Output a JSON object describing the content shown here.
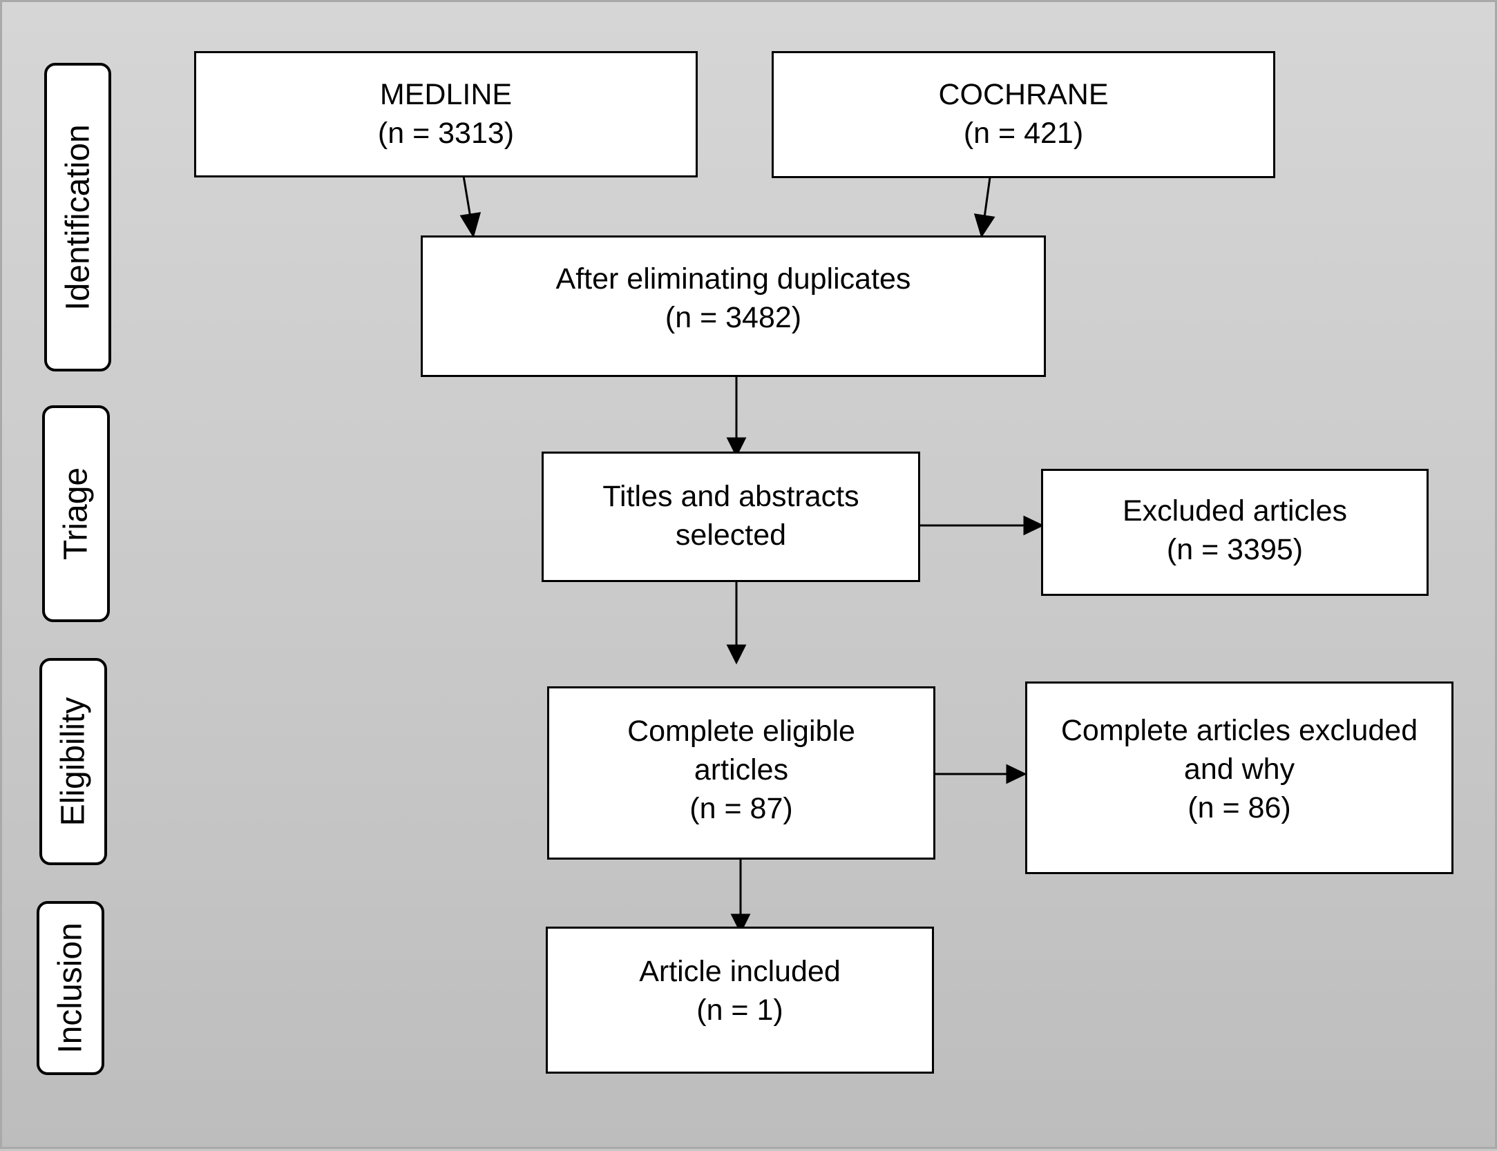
{
  "phases": {
    "identification": "Identification",
    "triage": "Triage",
    "eligibility": "Eligibility",
    "inclusion": "Inclusion"
  },
  "boxes": {
    "medline": {
      "line1": "MEDLINE",
      "line2": "(n = 3313)"
    },
    "cochrane": {
      "line1": "COCHRANE",
      "line2": "(n = 421)"
    },
    "duplicates": {
      "line1": "After eliminating duplicates",
      "line2": "(n = 3482)"
    },
    "titles": {
      "line1": "Titles and abstracts",
      "line2": "selected"
    },
    "excluded": {
      "line1": "Excluded articles",
      "line2": "(n = 3395)"
    },
    "eligible": {
      "line1": "Complete eligible",
      "line2": "articles",
      "line3": "(n = 87)"
    },
    "excluded_complete": {
      "line1": "Complete articles excluded",
      "line2": "and why",
      "line3": "(n = 86)"
    },
    "included": {
      "line1": "Article included",
      "line2": "(n = 1)"
    }
  }
}
